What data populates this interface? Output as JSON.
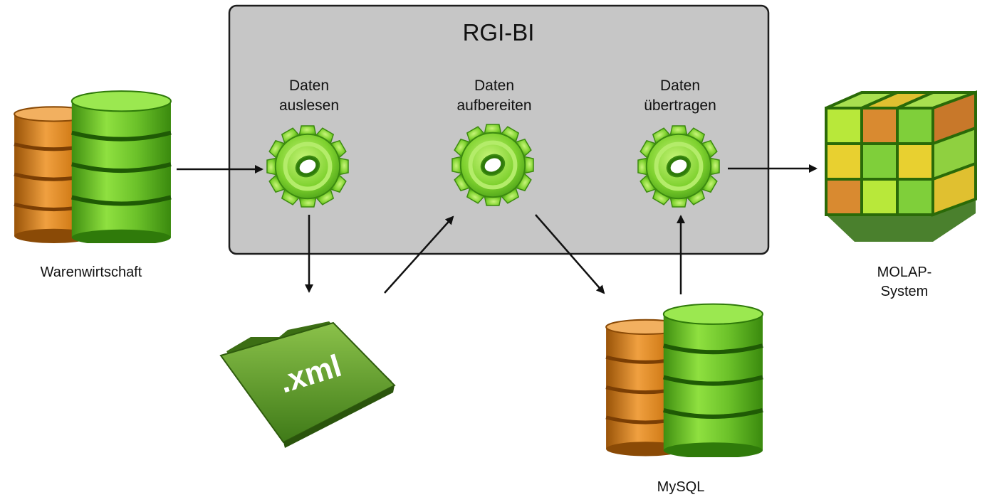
{
  "colors": {
    "box_fill": "#c6c6c6",
    "box_stroke": "#1e1e1e",
    "green": "#6cc22a",
    "orange": "#d5801c",
    "arrow": "#111111"
  },
  "process": {
    "title": "RGI-BI",
    "steps": [
      {
        "label": "Daten\nauslesen",
        "icon": "gear-icon"
      },
      {
        "label": "Daten\naufbereiten",
        "icon": "gear-icon"
      },
      {
        "label": "Daten\nübertragen",
        "icon": "gear-icon"
      }
    ]
  },
  "nodes": {
    "source": {
      "label": "Warenwirtschaft",
      "icon": "database-icon"
    },
    "xml": {
      "label": ".xml",
      "icon": "xml-folder-icon"
    },
    "mysql": {
      "label": "MySQL",
      "icon": "database-icon"
    },
    "target": {
      "label": "MOLAP-\nSystem",
      "icon": "olap-cube-icon"
    }
  }
}
